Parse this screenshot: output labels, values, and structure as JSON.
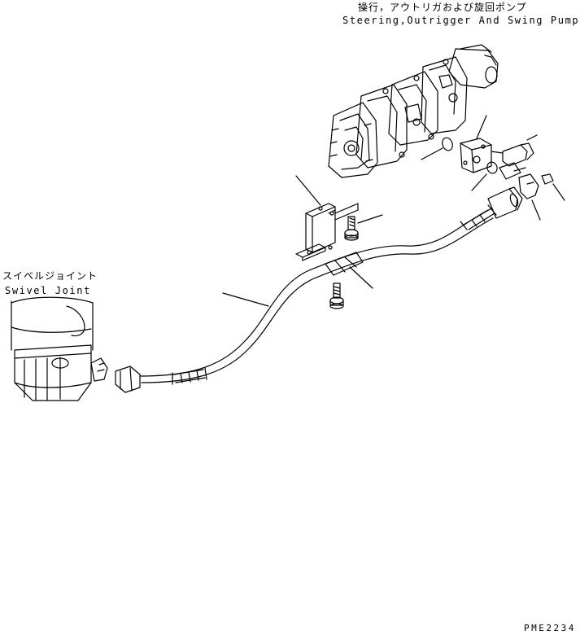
{
  "labels": {
    "pump_jp": "操行，アウトリガおよび旋回ポンプ",
    "pump_en": "Steering,Outrigger And Swing Pump",
    "swivel_jp": "スイベルジョイント",
    "swivel_en": "Swivel Joint",
    "drawing_no": "PME2234"
  },
  "colors": {
    "line": "#000000",
    "background": "#ffffff"
  }
}
